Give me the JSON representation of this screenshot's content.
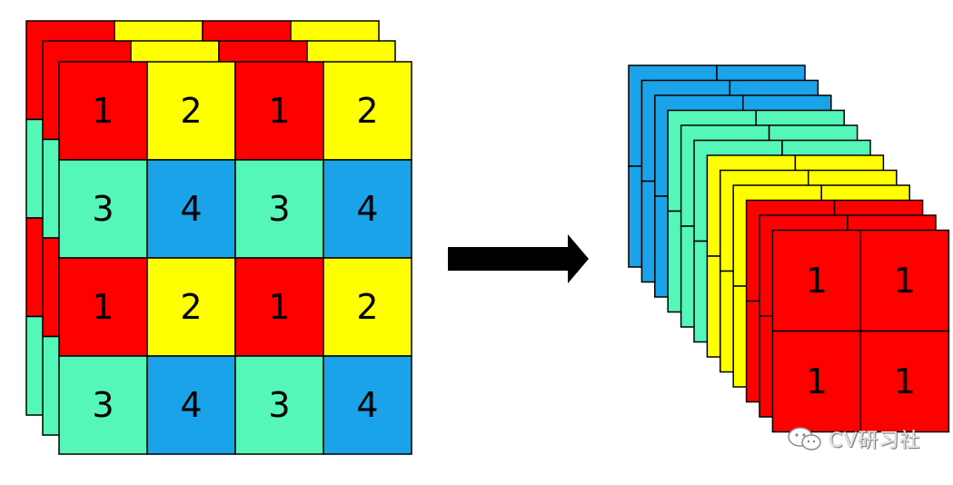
{
  "colors": {
    "red": "#ff0000",
    "yellow": "#ffff00",
    "green": "#54f7b7",
    "blue": "#1aa3e8",
    "arrow": "#000000",
    "grid_line": "#000000"
  },
  "input_grid": {
    "rows": [
      [
        1,
        2,
        1,
        2
      ],
      [
        3,
        4,
        3,
        4
      ],
      [
        1,
        2,
        1,
        2
      ],
      [
        3,
        4,
        3,
        4
      ]
    ]
  },
  "output_front": {
    "rows": [
      [
        1,
        1
      ],
      [
        1,
        1
      ]
    ]
  },
  "watermark": {
    "text": "CV研习社",
    "icon": "wechat-icon"
  }
}
